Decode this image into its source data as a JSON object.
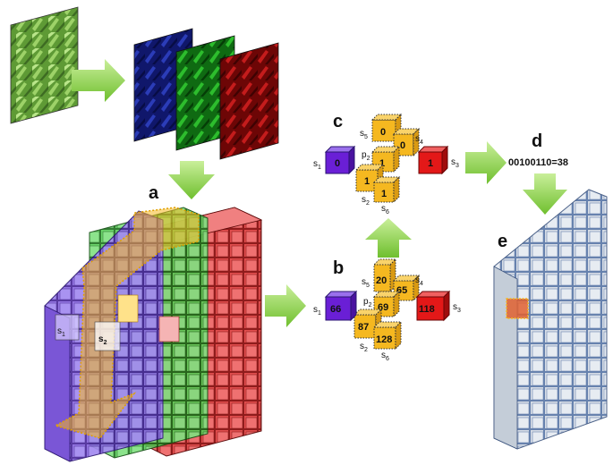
{
  "panels": {
    "a": "a",
    "b": "b",
    "c": "c",
    "d": "d",
    "e": "e"
  },
  "panel_b": {
    "center": "20",
    "neighbors": {
      "s1": "66",
      "s3": "118",
      "s4": "65",
      "p2": "69",
      "s2": "87",
      "s6": "128"
    }
  },
  "panel_c": {
    "center": "0",
    "neighbors": {
      "s1": "0",
      "s3": "1",
      "s4": "0",
      "p2": "1",
      "s2": "1",
      "s6": "1"
    }
  },
  "panel_d": {
    "equation": "00100110=38"
  },
  "labels": {
    "s": "s",
    "p": "p",
    "i1": "1",
    "i2": "2",
    "i3": "3",
    "i4": "4",
    "i5": "5",
    "i6": "6"
  },
  "colors": {
    "arrow": "#8fd14f",
    "blue_channel": "#1a237e",
    "green_channel": "#1b7a1b",
    "red_channel": "#8b0a0a",
    "cube_orange": "#f5b820",
    "cube_purple": "#6a1fd6",
    "cube_red": "#e31818",
    "grid_blue": "#5b78a8"
  },
  "icons": [
    "leaf-photo",
    "arrow-right",
    "arrow-down",
    "cube-grid"
  ]
}
